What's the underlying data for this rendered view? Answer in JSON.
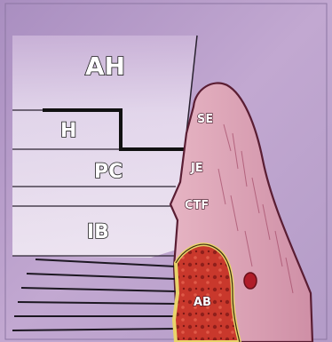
{
  "labels": {
    "ah": "AH",
    "h": "H",
    "pc": "PC",
    "ib": "IB",
    "se": "SE",
    "je": "JE",
    "ctf": "CTF",
    "ab": "AB"
  },
  "colors": {
    "background_purple": "#b59ac8",
    "enamel_light": "#ece3ef",
    "gingiva_pink": "#d9a3b6",
    "gingiva_outline": "#5a1d33",
    "bone_red": "#c8372d",
    "bone_yellow_border": "#e9d46a",
    "outline_dark": "#1a1a1a"
  }
}
